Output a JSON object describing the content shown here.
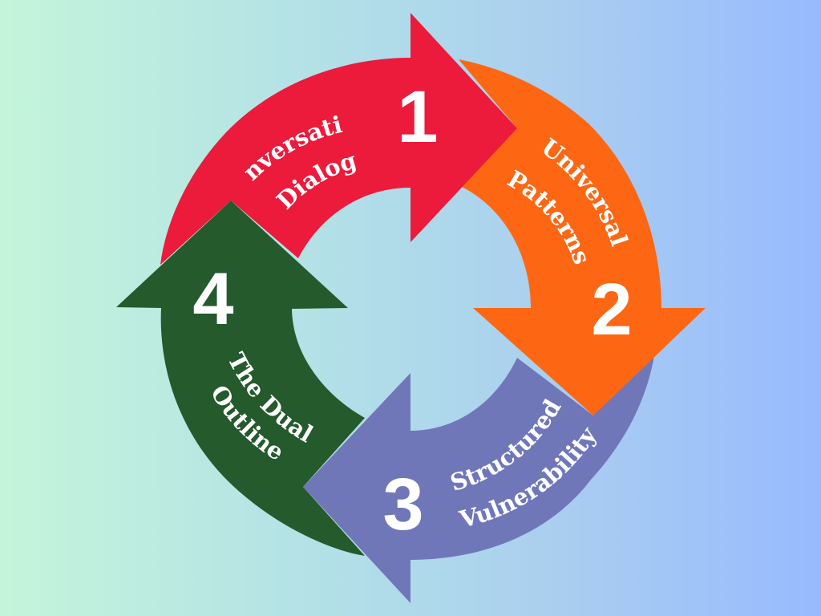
{
  "colors": {
    "step1": "#ec1a3b",
    "step2": "#fd6714",
    "step3": "#7077b9",
    "step4": "#255a2c"
  },
  "steps": [
    {
      "number": "1",
      "line1": "Conversation",
      "line2": "& Dialogue"
    },
    {
      "number": "2",
      "line1": "Universal",
      "line2": "Patterns"
    },
    {
      "number": "3",
      "line1": "Structured",
      "line2": "Vulnerability"
    },
    {
      "number": "4",
      "line1": "The Dual",
      "line2": "Outline"
    }
  ]
}
